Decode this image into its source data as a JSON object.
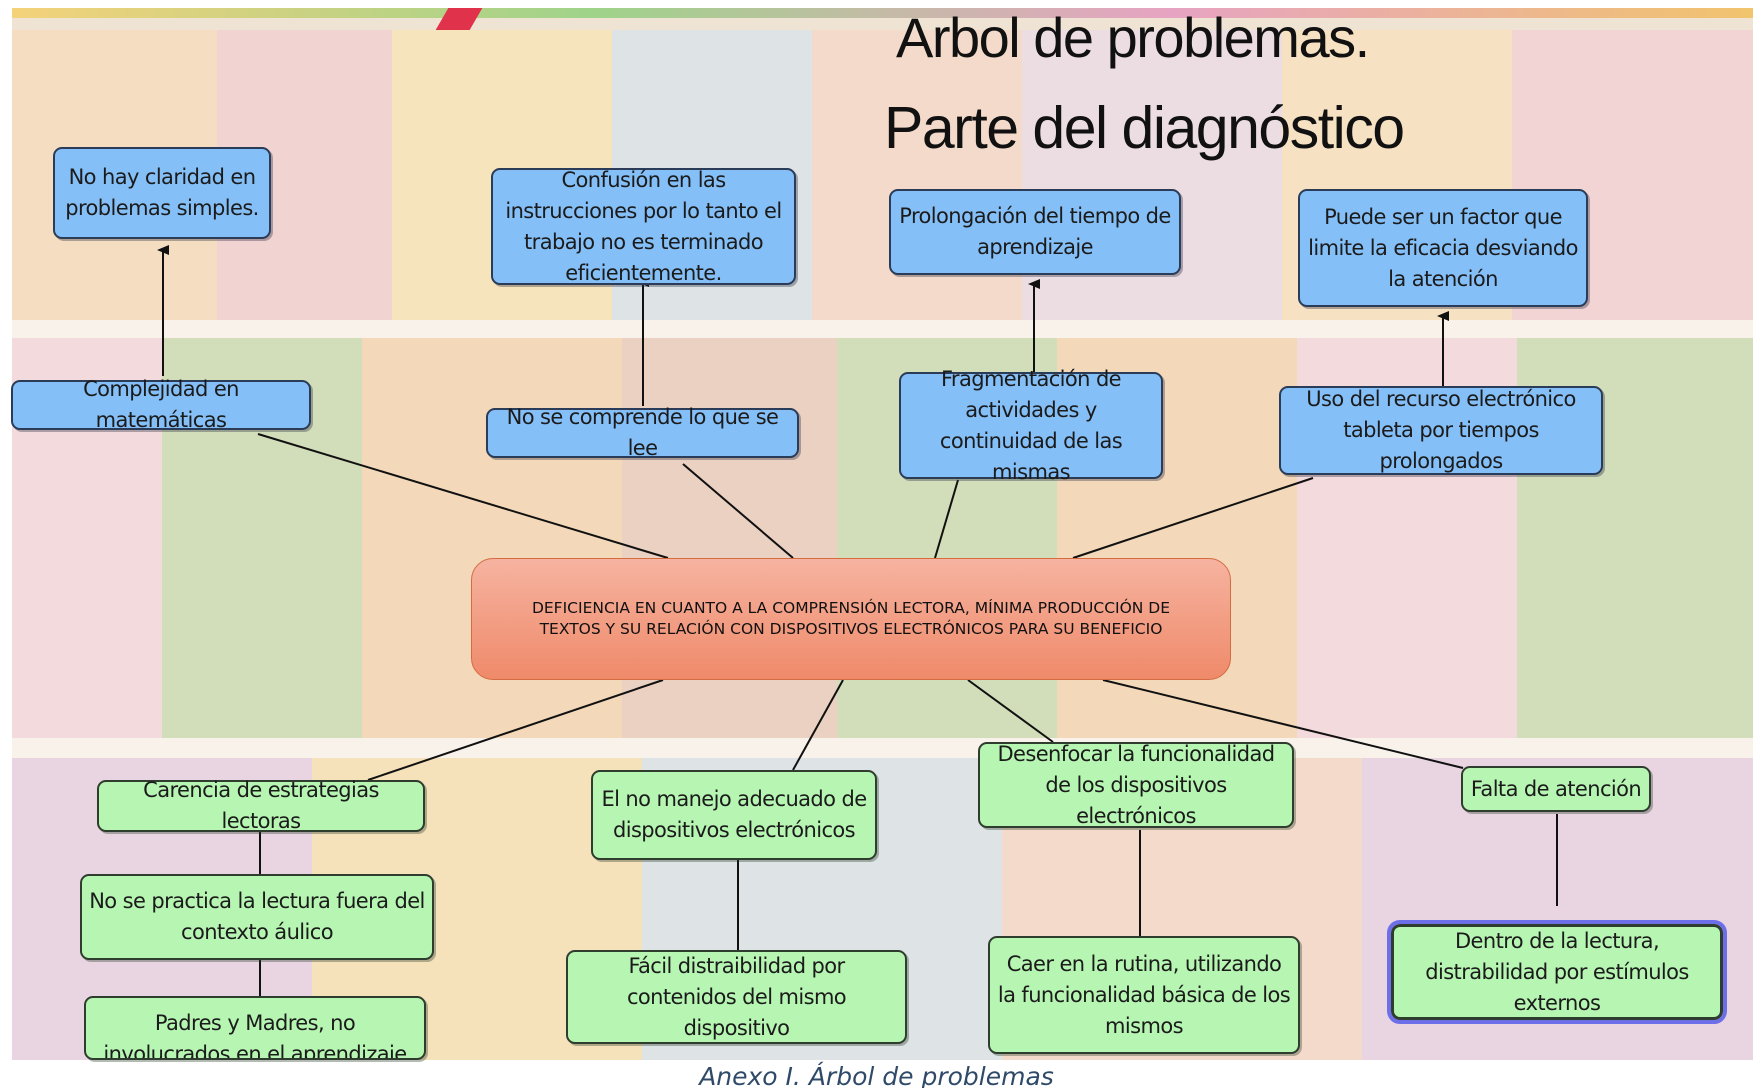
{
  "title": {
    "line1": "Arbol de problemas.",
    "line2": "Parte del diagnóstico"
  },
  "central_problem": "DEFICIENCIA EN CUANTO  A LA COMPRENSIÓN LECTORA, MÍNIMA PRODUCCIÓN DE TEXTOS Y SU RELACIÓN CON DISPOSITIVOS ELECTRÓNICOS PARA SU BENEFICIO",
  "effects": [
    "No hay claridad en problemas simples.",
    "Confusión en las instrucciones por lo tanto el trabajo no es terminado eficientemente.",
    "Prolongación del tiempo de aprendizaje",
    "Puede ser un factor que limite la eficacia desviando la atención"
  ],
  "upper_problems": [
    "Complejidad en matemáticas",
    "No se comprende lo que se lee",
    "Fragmentación de actividades y continuidad de las mismas",
    "Uso del recurso electrónico tableta por tiempos prolongados"
  ],
  "causes": [
    "Carencia de estrategias lectoras",
    "El no manejo adecuado de dispositivos electrónicos",
    "Desenfocar la funcionalidad de los dispositivos electrónicos",
    "Falta de atención"
  ],
  "sub_causes": [
    "No se practica la lectura fuera del contexto áulico",
    "Padres y Madres, no involucrados en el aprendizaje de sus hijos",
    "Fácil distraibilidad por contenidos del mismo dispositivo",
    "Caer en la rutina, utilizando la funcionalidad básica de los mismos",
    "Dentro de la lectura, distrabilidad por estímulos externos"
  ],
  "caption": "Anexo I. Árbol de problemas",
  "colors": {
    "effect_box": "#85bff7",
    "cause_box": "#b6f5b2",
    "central_box": "#ef8a6a",
    "highlight_outline": "#6d6fe8",
    "caption_text": "#2f4a68"
  }
}
